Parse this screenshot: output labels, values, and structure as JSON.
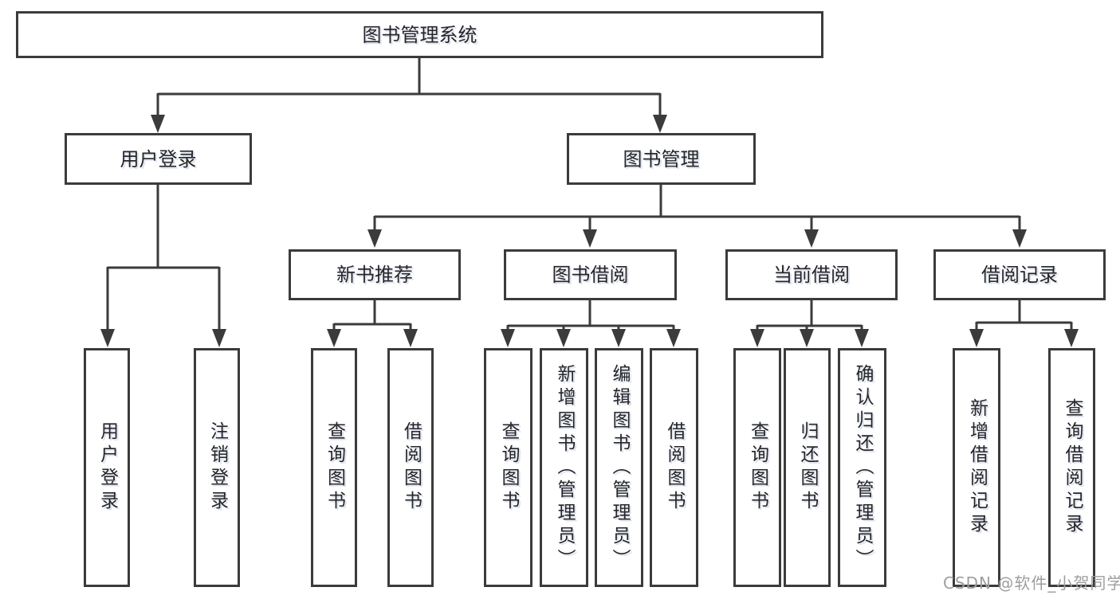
{
  "diagram": {
    "root": {
      "label": "图书管理系统"
    },
    "level2": [
      {
        "label": "用户登录"
      },
      {
        "label": "图书管理"
      }
    ],
    "level3": [
      {
        "label": "新书推荐"
      },
      {
        "label": "图书借阅"
      },
      {
        "label": "当前借阅"
      },
      {
        "label": "借阅记录"
      }
    ],
    "leaves": {
      "user": [
        {
          "label": "用户登录"
        },
        {
          "label": "注销登录"
        }
      ],
      "newbook": [
        {
          "label": "查询图书"
        },
        {
          "label": "借阅图书"
        }
      ],
      "borrow": [
        {
          "label": "查询图书"
        },
        {
          "label": "新增图书（管理员）"
        },
        {
          "label": "编辑图书（管理员）"
        },
        {
          "label": "借阅图书"
        }
      ],
      "current": [
        {
          "label": "查询图书"
        },
        {
          "label": "归还图书"
        },
        {
          "label": "确认归还（管理员）"
        }
      ],
      "records": [
        {
          "label": "新增借阅记录"
        },
        {
          "label": "查询借阅记录"
        }
      ]
    },
    "watermark": "CSDN @软件_小贺同学",
    "colors": {
      "line": "#3b3b3b",
      "text": "#262626",
      "watermark": "#9e9e9e",
      "background": "#ffffff"
    }
  }
}
